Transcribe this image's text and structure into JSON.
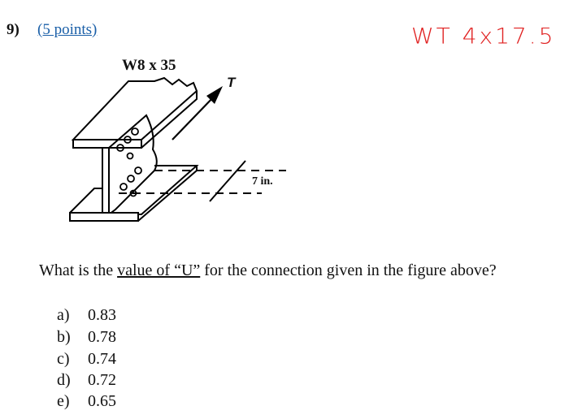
{
  "question": {
    "number": "9)",
    "points": "(5 points)",
    "text_before": "What is the ",
    "text_underlined": "value of “U”",
    "text_after": " for the connection given in the figure above?"
  },
  "handwritten_note": "WT 4x17.5",
  "figure": {
    "section_label": "W8 x 35",
    "force_label": "T",
    "dimension_label": "7 in."
  },
  "options": [
    {
      "letter": "a)",
      "value": "0.83"
    },
    {
      "letter": "b)",
      "value": "0.78"
    },
    {
      "letter": "c)",
      "value": "0.74"
    },
    {
      "letter": "d)",
      "value": "0.72"
    },
    {
      "letter": "e)",
      "value": "0.65"
    }
  ]
}
